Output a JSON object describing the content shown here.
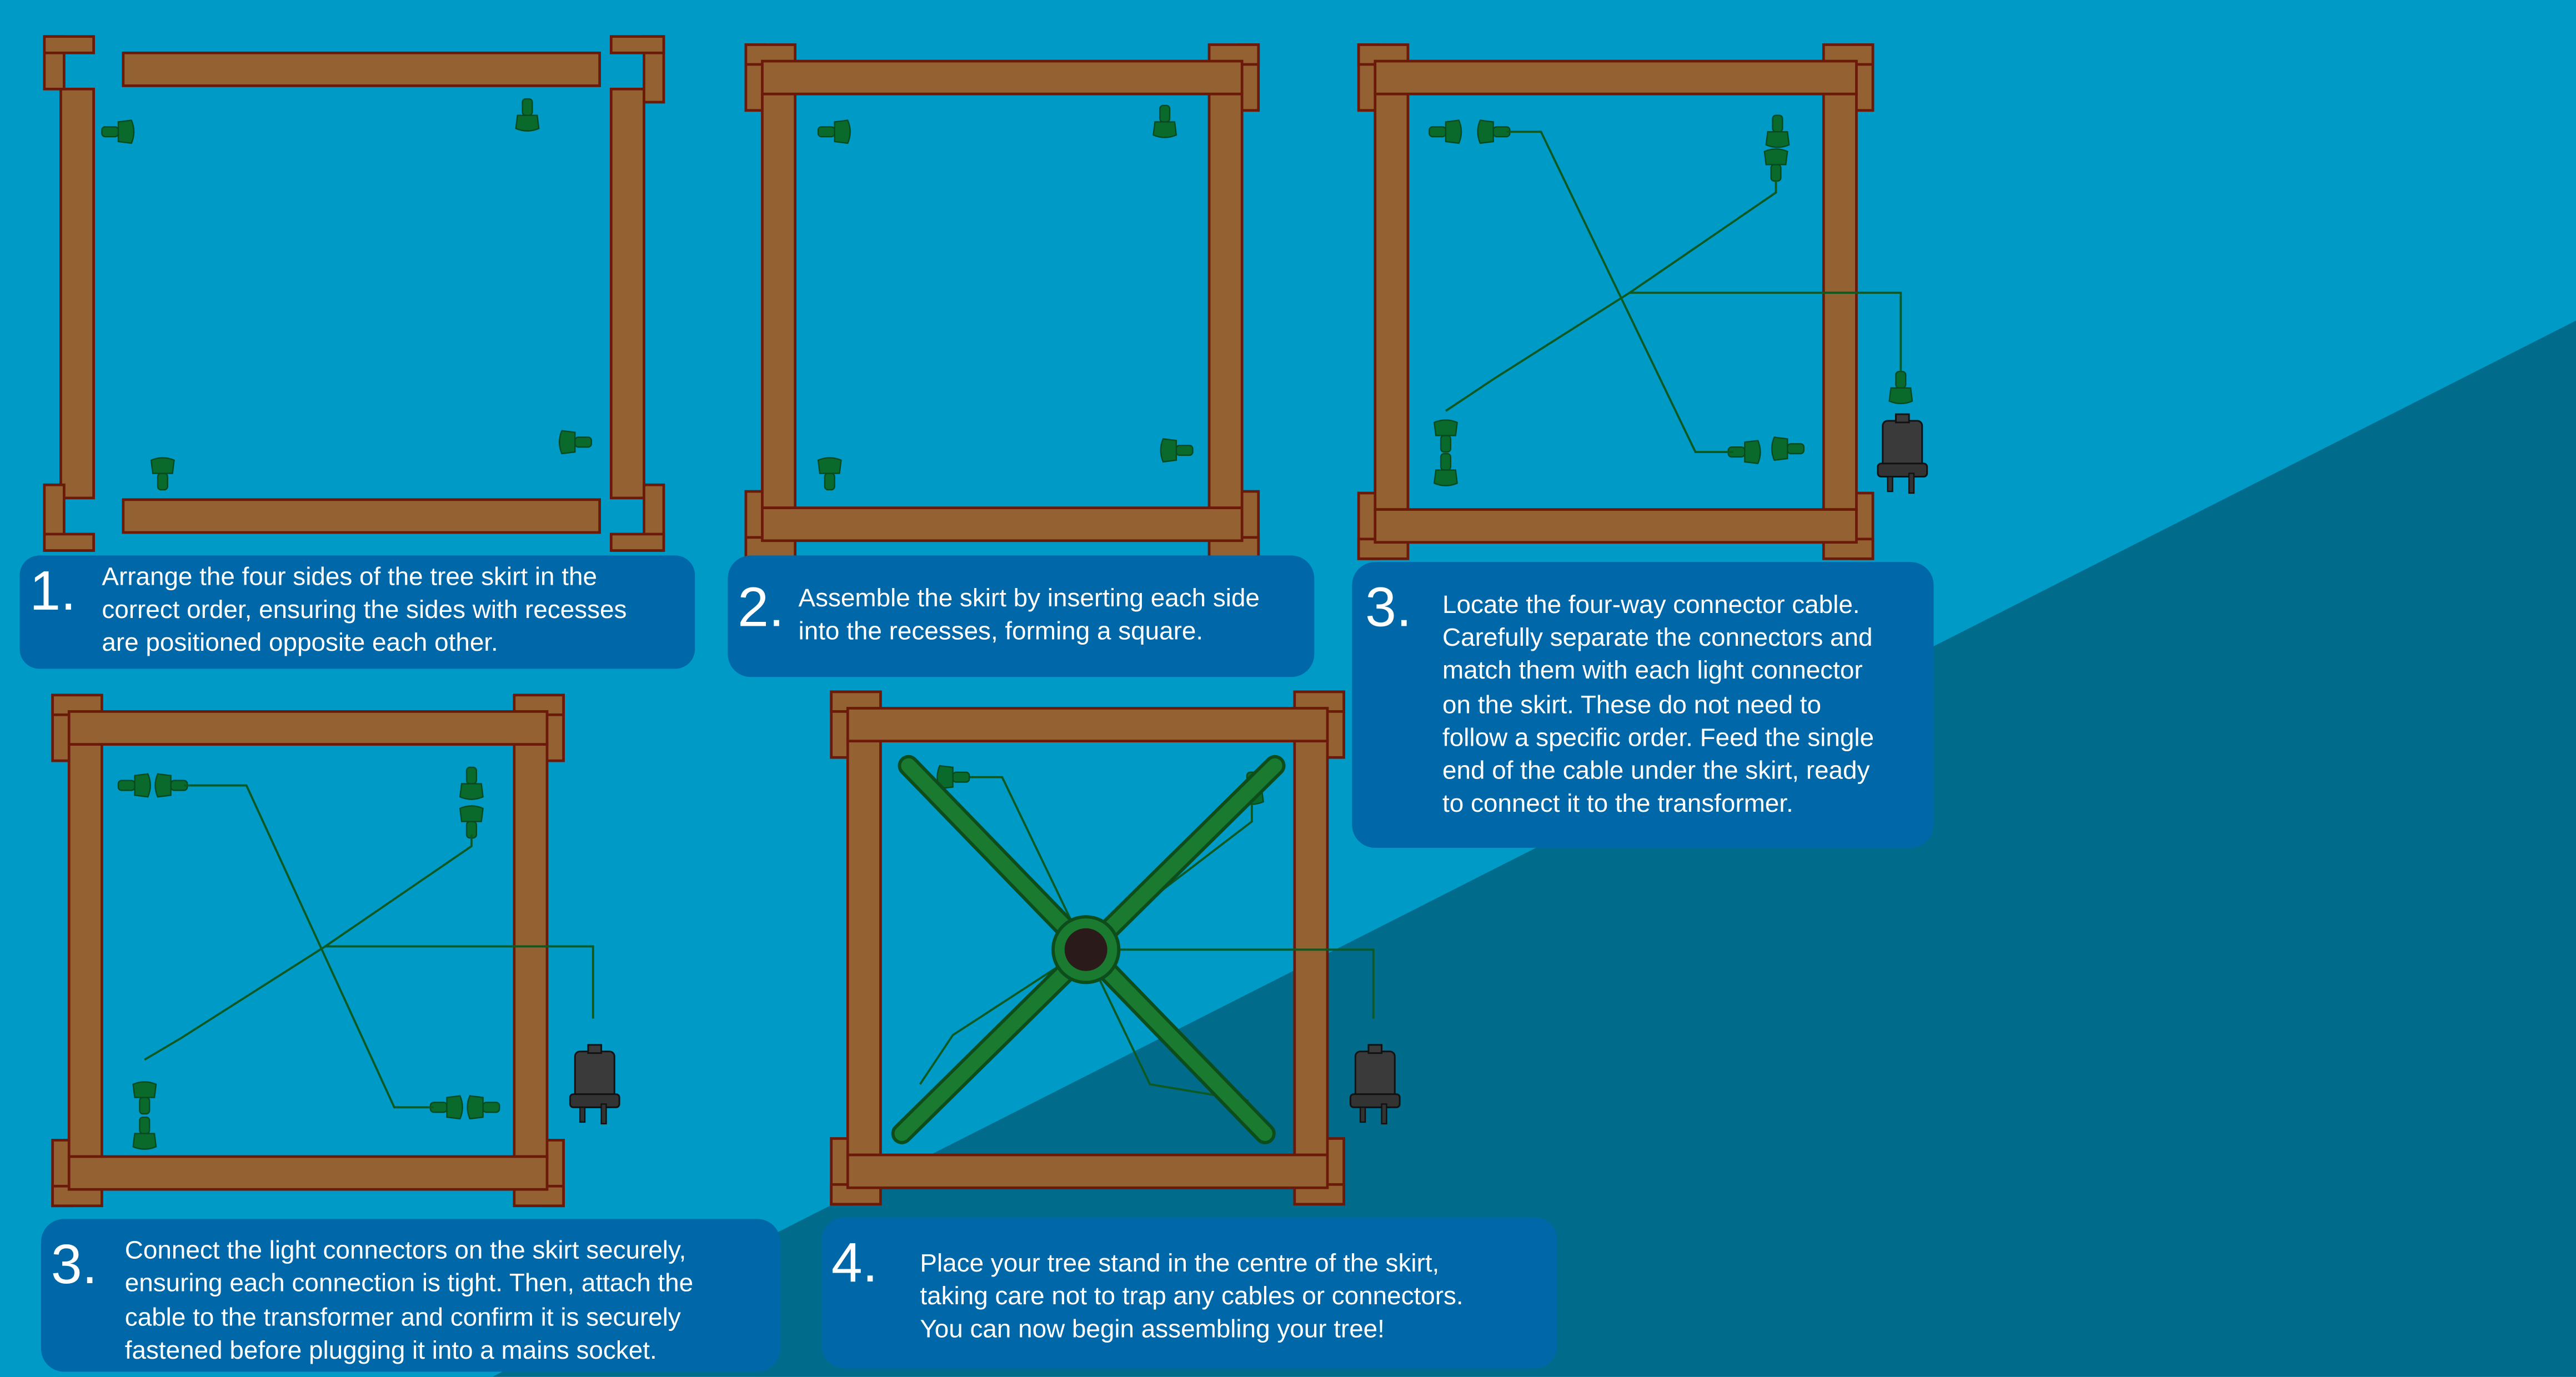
{
  "colors": {
    "background": "#009ac7",
    "background_dark": "#006b8a",
    "panel": "#0068a8",
    "wood": "#946232",
    "wood_edge": "#6b1a0a",
    "connector": "#0a6a2c",
    "stand": "#1a7a30"
  },
  "steps": [
    {
      "number": "1.",
      "lines": [
        "Arrange the four sides of the tree skirt in the",
        "correct order, ensuring the sides with recesses",
        "are positioned opposite each other."
      ]
    },
    {
      "number": "2.",
      "lines": [
        "Assemble the skirt by inserting each side",
        "into the recesses, forming a square."
      ]
    },
    {
      "number": "3.",
      "lines": [
        "Locate the four-way connector cable.",
        "Carefully separate the connectors and",
        "match them with each light connector",
        "on the skirt. These do not need to",
        "follow a specific order. Feed the single",
        "end of the cable under the skirt, ready",
        "to connect it to the transformer."
      ]
    },
    {
      "number": "3.",
      "lines": [
        "Connect the light connectors on the skirt securely,",
        "ensuring each connection is tight. Then, attach the",
        "cable to the transformer and confirm it is securely",
        "fastened before plugging it into a mains socket."
      ]
    },
    {
      "number": "4.",
      "lines": [
        "Place your tree stand in the centre of the skirt,",
        "taking care not to trap any cables or connectors.",
        "You can now begin assembling your tree!"
      ]
    }
  ]
}
